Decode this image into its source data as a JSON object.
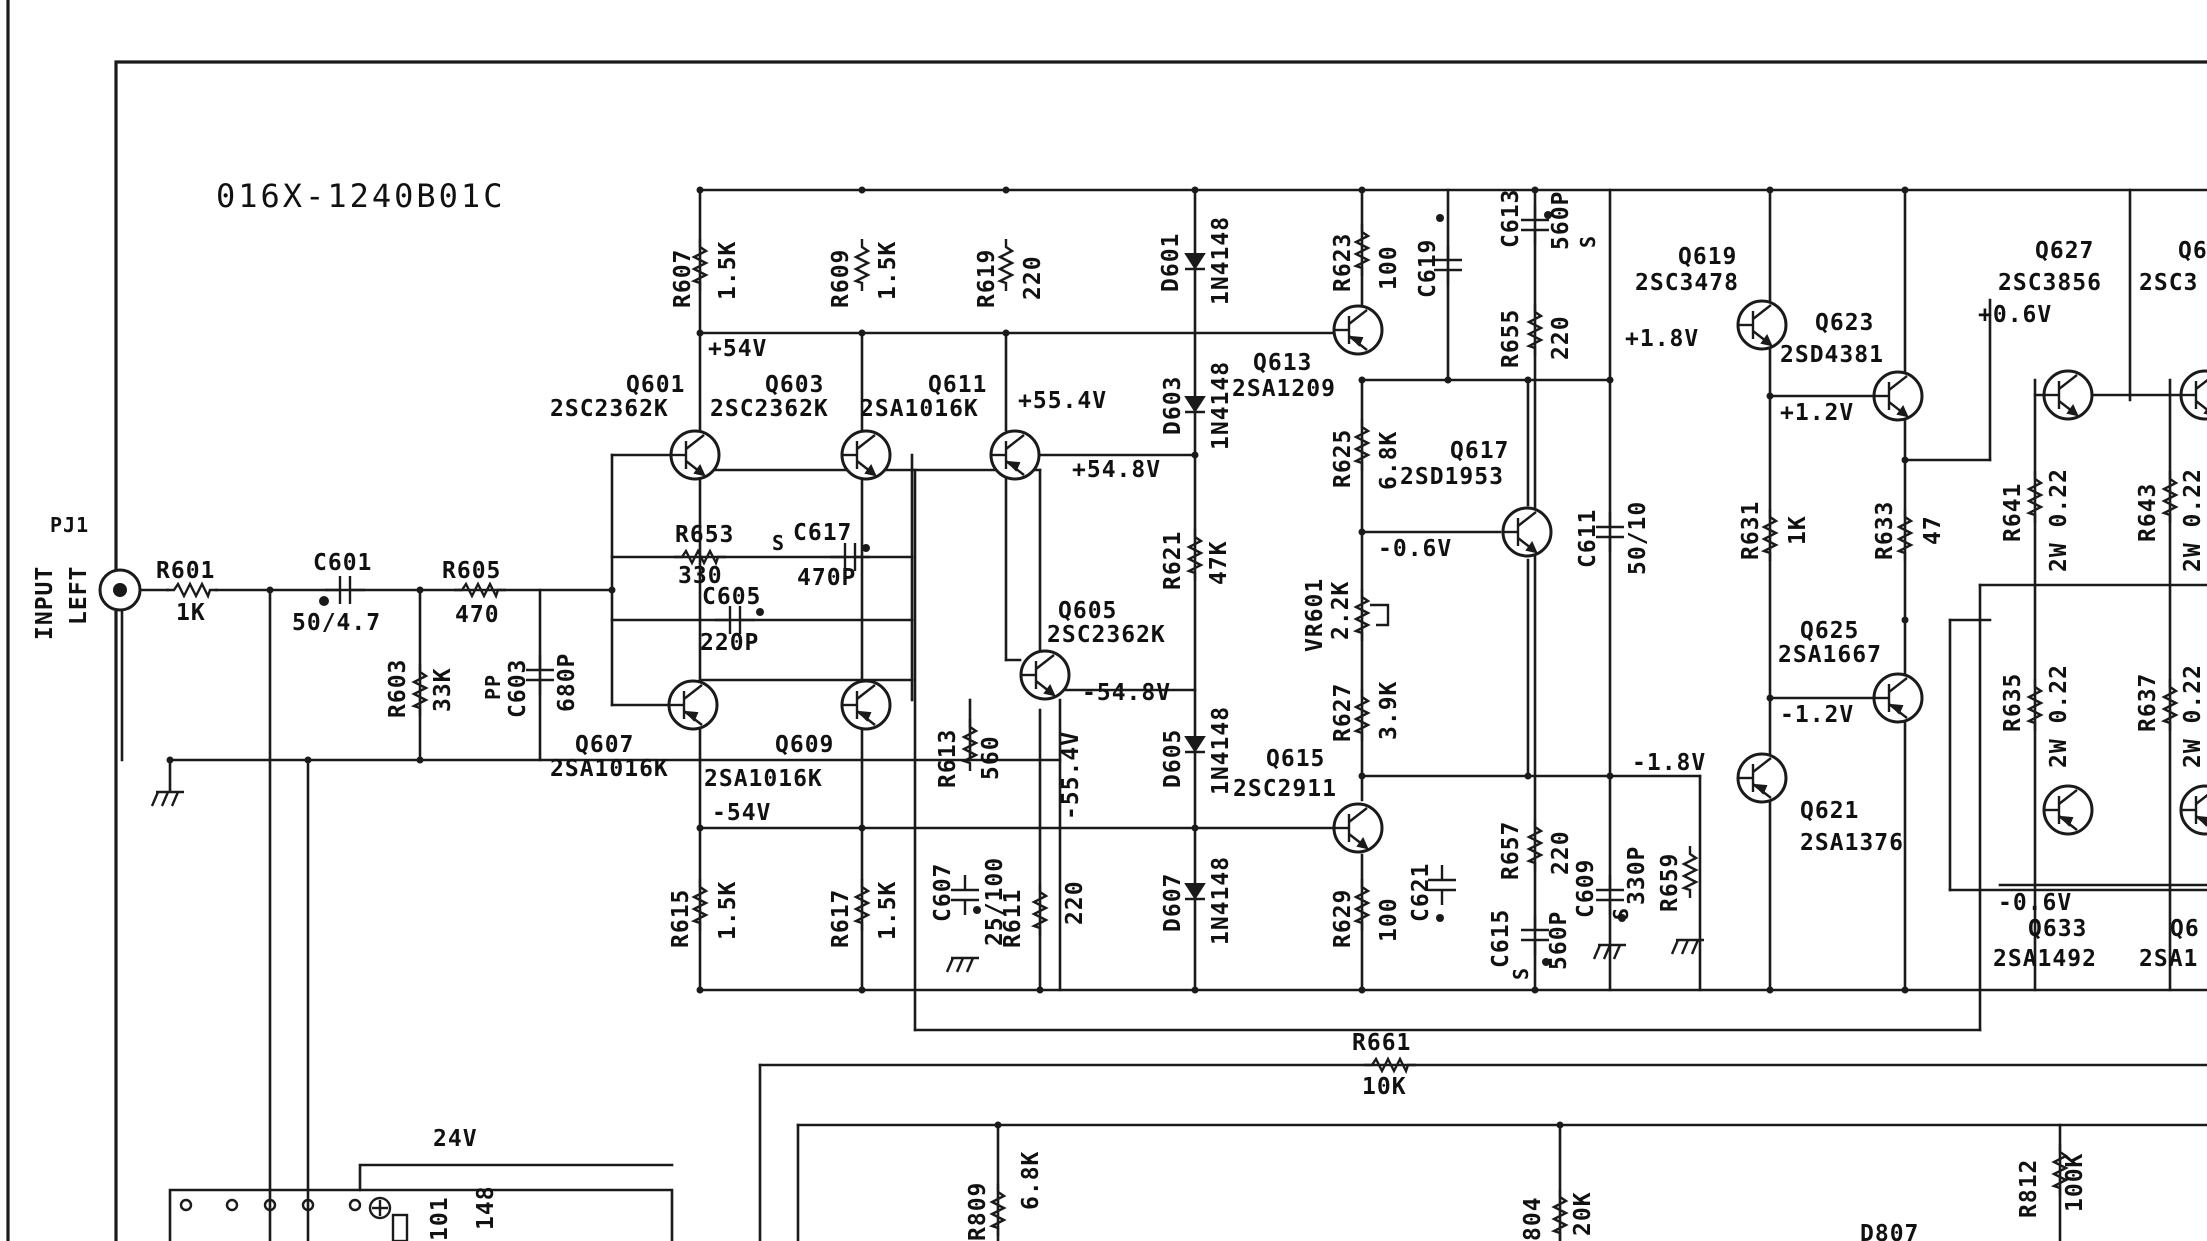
{
  "drawing_number": "016X-1240B01C",
  "input": {
    "connector": "PJ1",
    "label_line1": "INPUT",
    "label_line2": "LEFT"
  },
  "resistors": {
    "r601": {
      "ref": "R601",
      "value": "1K"
    },
    "r603": {
      "ref": "R603",
      "value": "33K"
    },
    "r605": {
      "ref": "R605",
      "value": "470"
    },
    "r607": {
      "ref": "R607",
      "value": "1.5K"
    },
    "r609": {
      "ref": "R609",
      "value": "1.5K"
    },
    "r611": {
      "ref": "R611",
      "value": "220"
    },
    "r613": {
      "ref": "R613",
      "value": "560"
    },
    "r615": {
      "ref": "R615",
      "value": "1.5K"
    },
    "r617": {
      "ref": "R617",
      "value": "1.5K"
    },
    "r619": {
      "ref": "R619",
      "value": "220"
    },
    "r621": {
      "ref": "R621",
      "value": "47K"
    },
    "r623": {
      "ref": "R623",
      "value": "100"
    },
    "r625": {
      "ref": "R625",
      "value": "6.8K"
    },
    "r627": {
      "ref": "R627",
      "value": "3.9K"
    },
    "r629": {
      "ref": "R629",
      "value": "100"
    },
    "r631": {
      "ref": "R631",
      "value": "1K"
    },
    "r633": {
      "ref": "R633",
      "value": "47"
    },
    "r635": {
      "ref": "R635",
      "value": "2W 0.22"
    },
    "r637": {
      "ref": "R637",
      "value": "2W 0.22"
    },
    "r641": {
      "ref": "R641",
      "value": "2W 0.22"
    },
    "r643": {
      "ref": "R643",
      "value": "2W 0.22"
    },
    "r653": {
      "ref": "R653",
      "value": "330"
    },
    "r655": {
      "ref": "R655",
      "value": "220"
    },
    "r657": {
      "ref": "R657",
      "value": "220"
    },
    "r659": {
      "ref": "R659"
    },
    "r661": {
      "ref": "R661",
      "value": "10K"
    },
    "r809": {
      "ref": "R809",
      "value": "6.8K"
    },
    "r804": {
      "ref": "804",
      "value": "20K"
    },
    "r812": {
      "ref": "R812",
      "value": "100K"
    }
  },
  "capacitors": {
    "c601": {
      "ref": "C601",
      "value": "50/4.7"
    },
    "c603": {
      "ref": "C603",
      "value": "680P",
      "type": "PP"
    },
    "c605": {
      "ref": "C605",
      "value": "220P"
    },
    "c607": {
      "ref": "C607",
      "value": "25/100"
    },
    "c609": {
      "ref": "C609",
      "value": "330P",
      "type": "S"
    },
    "c611": {
      "ref": "C611",
      "value": "50/10"
    },
    "c613": {
      "ref": "C613",
      "value": "560P",
      "type": "S"
    },
    "c615": {
      "ref": "C615",
      "value": "560P",
      "type": "S"
    },
    "c617": {
      "ref": "C617",
      "value": "470P",
      "type": "S"
    },
    "c619": {
      "ref": "C619"
    },
    "c621": {
      "ref": "C621"
    }
  },
  "diodes": {
    "d601": {
      "ref": "D601",
      "value": "1N4148"
    },
    "d603": {
      "ref": "D603",
      "value": "1N4148"
    },
    "d605": {
      "ref": "D605",
      "value": "1N4148"
    },
    "d607": {
      "ref": "D607",
      "value": "1N4148"
    },
    "d807": {
      "ref": "D807"
    },
    "d_relay": {
      "ref": "101",
      "value": "148"
    }
  },
  "transistors": {
    "q601": {
      "ref": "Q601",
      "part": "2SC2362K"
    },
    "q603": {
      "ref": "Q603",
      "part": "2SC2362K"
    },
    "q605": {
      "ref": "Q605",
      "part": "2SC2362K"
    },
    "q607": {
      "ref": "Q607",
      "part": "2SA1016K"
    },
    "q609": {
      "ref": "Q609",
      "part": "2SA1016K"
    },
    "q611": {
      "ref": "Q611",
      "part": "2SA1016K"
    },
    "q613": {
      "ref": "Q613",
      "part": "2SA1209"
    },
    "q615": {
      "ref": "Q615",
      "part": "2SC2911"
    },
    "q617": {
      "ref": "Q617",
      "part": "2SD1953"
    },
    "q619": {
      "ref": "Q619",
      "part": "2SC3478"
    },
    "q621": {
      "ref": "Q621",
      "part": "2SA1376"
    },
    "q623": {
      "ref": "Q623",
      "part": "2SD4381"
    },
    "q625": {
      "ref": "Q625",
      "part": "2SA1667"
    },
    "q627": {
      "ref": "Q627",
      "part": "2SC3856"
    },
    "q629": {
      "ref": "Q6",
      "part": "2SC3"
    },
    "q633": {
      "ref": "Q633",
      "part": "2SA1492"
    },
    "q635": {
      "ref": "Q6",
      "part": "2SA1"
    }
  },
  "trimmers": {
    "vr601": {
      "ref": "VR601",
      "value": "2.2K"
    }
  },
  "voltages": {
    "v_p54": "+54V",
    "v_p55_4": "+55.4V",
    "v_p54_8": "+54.8V",
    "v_m54": "-54V",
    "v_m54_8": "-54.8V",
    "v_m55_4": "-55.4V",
    "v_m0_6a": "-0.6V",
    "v_p1_8": "+1.8V",
    "v_p1_2": "+1.2V",
    "v_m1_2": "-1.2V",
    "v_m1_8": "-1.8V",
    "v_p0_6": "+0.6V",
    "v_m0_6b": "-0.6V",
    "v_24": "24V"
  },
  "colors": {
    "ink": "#1a1a1a",
    "paper": "#ffffff"
  }
}
